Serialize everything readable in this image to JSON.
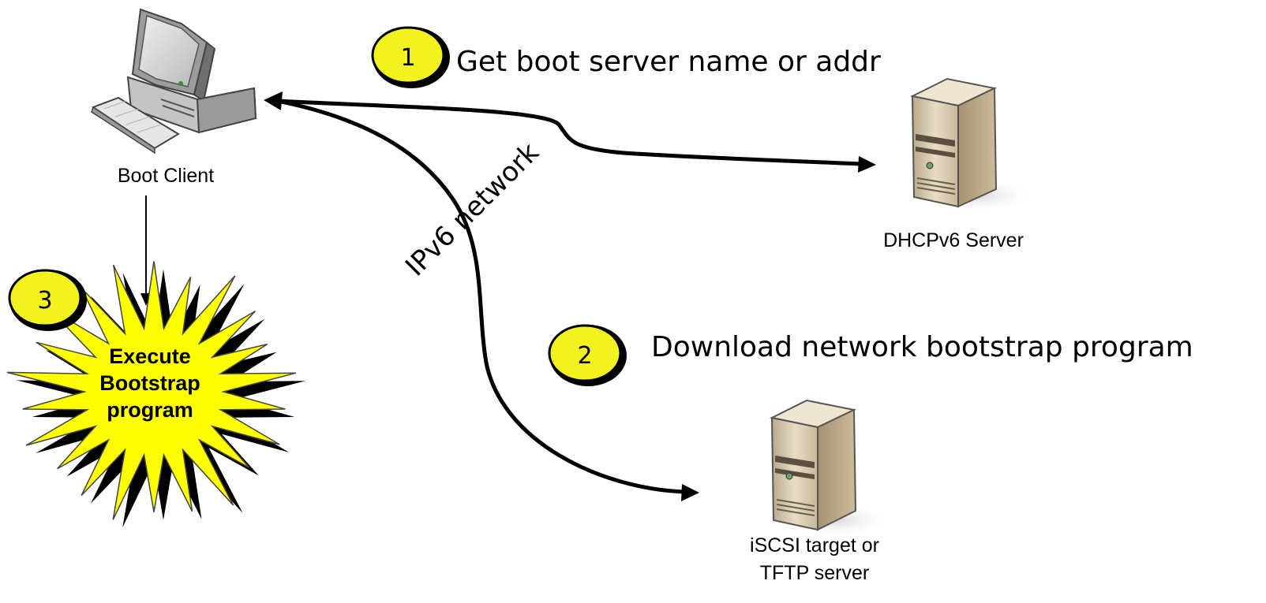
{
  "nodes": {
    "boot_client": {
      "label": "Boot Client"
    },
    "dhcp_server": {
      "label": "DHCPv6 Server"
    },
    "tftp_server": {
      "label_line1": "iSCSI target or",
      "label_line2": "TFTP server"
    }
  },
  "network": {
    "label": "IPv6 network"
  },
  "steps": [
    {
      "number": "1",
      "text": "Get boot server name or addr"
    },
    {
      "number": "2",
      "text": "Download network bootstrap program"
    },
    {
      "number": "3",
      "line1": "Execute",
      "line2": "Bootstrap",
      "line3": "program"
    }
  ],
  "colors": {
    "badge_fill": "#f2f21f",
    "star_fill": "#ffff00",
    "line": "#000000"
  },
  "icons": {
    "client": "desktop-computer-icon",
    "server": "tower-server-icon"
  }
}
